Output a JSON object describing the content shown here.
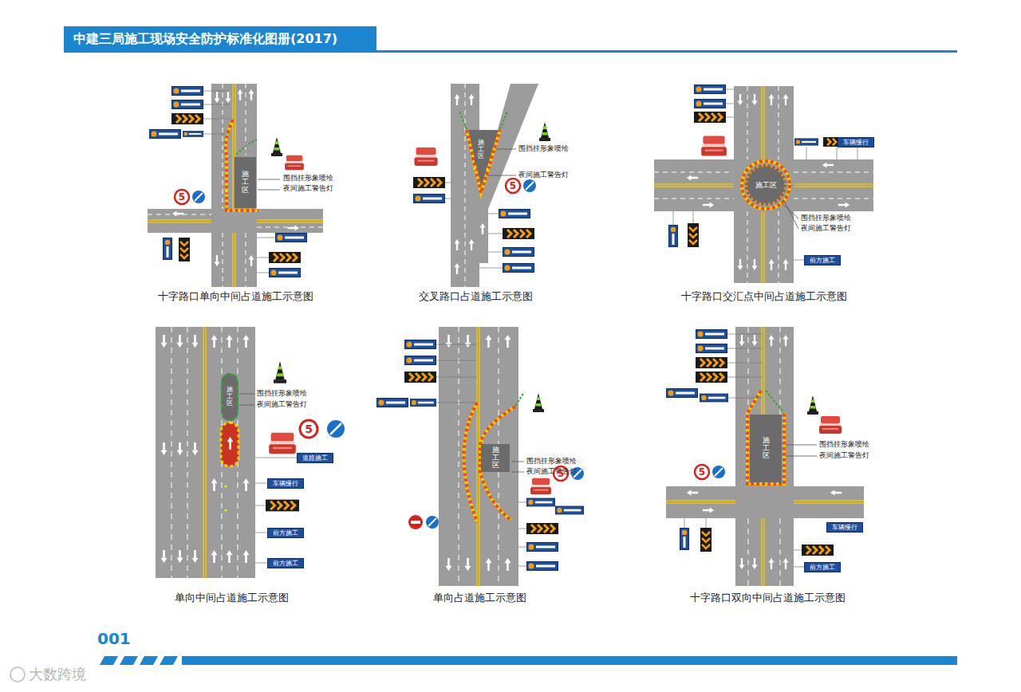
{
  "diagram": {
    "title": "中建三局施工现场安全防护标准化图册(2017)",
    "nodes": [
      {
        "text": [
          "施工区"
        ]
      },
      {
        "text": [
          "施工区"
        ]
      },
      {
        "text": [
          "施工区"
        ]
      },
      {
        "text": [
          "施工区"
        ]
      },
      {
        "text": [
          "施工区"
        ]
      },
      {
        "text": [
          "施工区"
        ]
      },
      {
        "text": [
          "道路施工"
        ]
      },
      {
        "text": [
          "车辆慢行"
        ]
      },
      {
        "text": [
          "前方施工"
        ]
      },
      {
        "text": [
          "前方施工"
        ]
      },
      {
        "text": [
          "车辆慢行"
        ]
      },
      {
        "text": [
          "前方施工"
        ]
      },
      {
        "text": [
          "车辆慢行"
        ]
      },
      {
        "text": [
          "前方施工"
        ]
      }
    ],
    "labels": [
      "围挡挂形象喷绘",
      "夜间施工警告灯",
      "5",
      "围挡挂形象喷绘",
      "夜间施工警告灯",
      "5",
      "围挡挂形象喷绘",
      "夜间施工警告灯",
      "围挡挂形象喷绘",
      "夜间施工警告灯",
      "5",
      "围挡挂形象喷绘",
      "夜间施工警告灯",
      "5",
      "围挡挂形象喷绘",
      "夜间施工警告灯",
      "5",
      "十字路口单向中间占道施工示意图",
      "交叉路口占道施工示意图",
      "十字路口交汇点中间占道施工示意图",
      "单向中间占道施工示意图",
      "单向占道施工示意图",
      "十字路口双向中间占道施工示意图",
      "001",
      "大数跨境"
    ]
  }
}
